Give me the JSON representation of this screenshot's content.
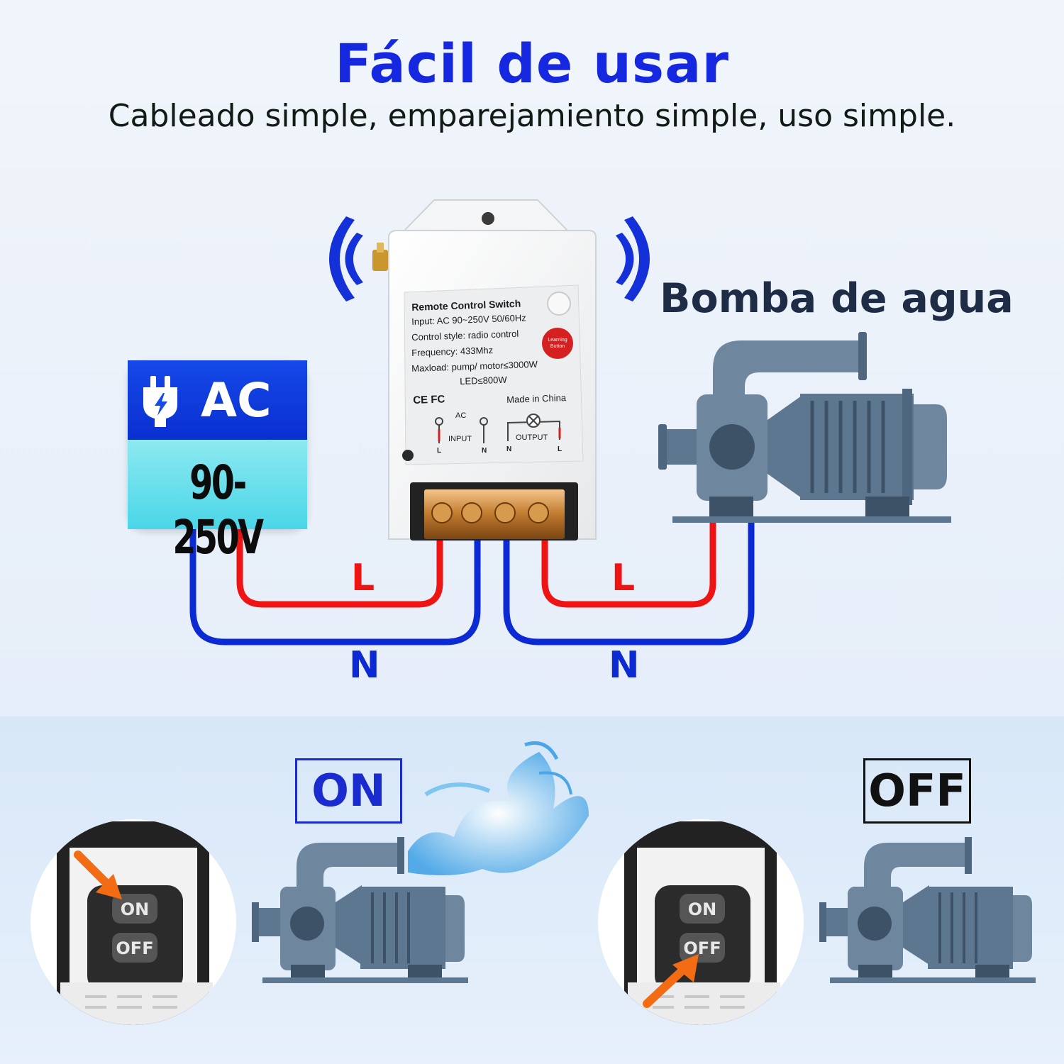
{
  "header": {
    "title": "Fácil de usar",
    "subtitle": "Cableado simple, emparejamiento simple, uso simple."
  },
  "pump_label": "Bomba de agua",
  "ac_card": {
    "icon": "plug-bolt-icon",
    "type": "AC",
    "voltage": "90-250V"
  },
  "device": {
    "title": "Remote Control Switch",
    "input": "Input: AC 90~250V 50/60Hz",
    "control_style": "Control style: radio control",
    "frequency": "Frequency: 433Mhz",
    "maxload": "Maxload: pump/ motor≤3000W",
    "led": "LED≤800W",
    "certifications": "CE FC",
    "made_in": "Made in China",
    "learning_button": [
      "Learning",
      "Button"
    ],
    "ac_label": "AC",
    "input_label": "INPUT",
    "output_label": "OUTPUT",
    "terminals": [
      "L",
      "N",
      "N",
      "L"
    ]
  },
  "wires": {
    "left_live": "L",
    "left_neutral": "N",
    "right_live": "L",
    "right_neutral": "N",
    "colors": {
      "live": "#ee1414",
      "neutral": "#0b2ad4"
    }
  },
  "states": {
    "on": {
      "label": "ON",
      "color": "#1a2bd0",
      "remote_on": "ON",
      "remote_off": "OFF"
    },
    "off": {
      "label": "OFF",
      "color": "#111111",
      "remote_on": "ON",
      "remote_off": "OFF"
    }
  },
  "colors": {
    "title_blue": "#1528e0",
    "pump_body": "#5d7790",
    "arrow_orange": "#f36b12"
  }
}
